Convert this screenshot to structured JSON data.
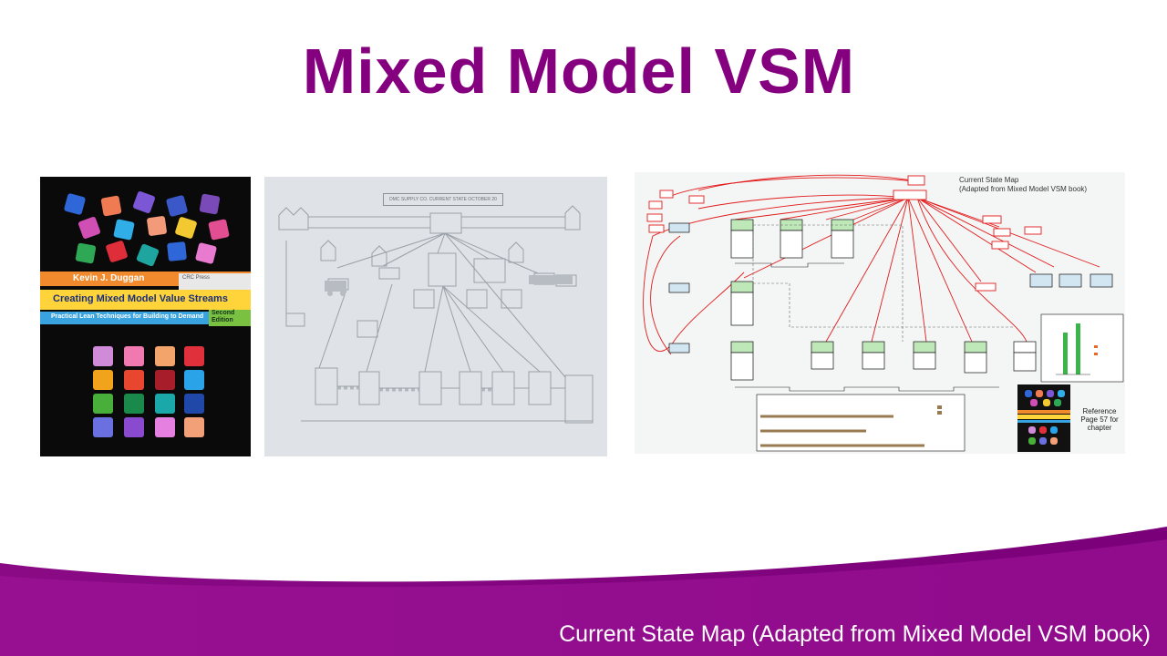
{
  "slide": {
    "title": "Mixed Model VSM",
    "caption": "Current State Map (Adapted from Mixed Model VSM book)"
  },
  "book_cover": {
    "author": "Kevin J. Duggan",
    "publisher": "CRC Press",
    "title": "Creating Mixed Model Value Streams",
    "subtitle": "Practical Lean Techniques for Building to Demand",
    "edition_line1": "Second",
    "edition_line2": "Edition"
  },
  "map_b": {
    "header": "DMC SUPPLY CO.  CURRENT STATE  OCTOBER 20"
  },
  "map_c": {
    "title_line1": "Current State Map",
    "title_line2": "(Adapted from Mixed Model VSM book)",
    "reference_line1": "Reference",
    "reference_line2": "Page 57 for",
    "reference_line3": "chapter"
  },
  "colors": {
    "title": "#85007f",
    "wave_dark": "#7a0079",
    "wave_light": "#a3159c"
  }
}
